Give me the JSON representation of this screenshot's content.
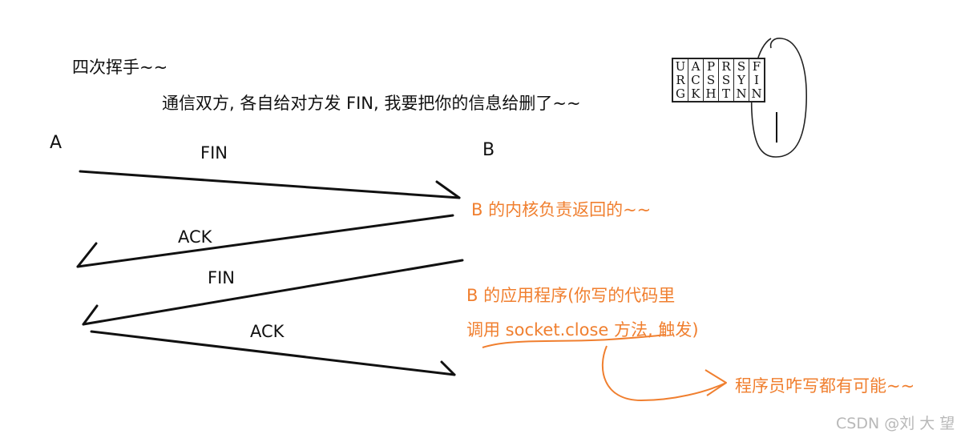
{
  "title": "四次挥手~~",
  "subtitle": "通信双方, 各自给对方发 FIN, 我要把你的信息给删了~~",
  "hosts": {
    "a": "A",
    "b": "B"
  },
  "messages": [
    {
      "label": "FIN"
    },
    {
      "label": "ACK"
    },
    {
      "label": "FIN"
    },
    {
      "label": "ACK"
    }
  ],
  "notes": {
    "kernel": "B 的内核负责返回的~~",
    "app_line1": "B 的应用程序(你写的代码里",
    "app_line2": "调用 socket.close 方法, 触发)",
    "programmer": "程序员咋写都有可能~~"
  },
  "tcp_flags": [
    {
      "chars": [
        "U",
        "R",
        "G"
      ]
    },
    {
      "chars": [
        "A",
        "C",
        "K"
      ]
    },
    {
      "chars": [
        "P",
        "S",
        "H"
      ]
    },
    {
      "chars": [
        "R",
        "S",
        "T"
      ]
    },
    {
      "chars": [
        "S",
        "Y",
        "N"
      ]
    },
    {
      "chars": [
        "F",
        "I",
        "N"
      ]
    }
  ],
  "watermark": "CSDN @刘 大 望",
  "colors": {
    "ink": "#111111",
    "annotation": "#f07f2f",
    "watermark": "#b8b8b8"
  }
}
